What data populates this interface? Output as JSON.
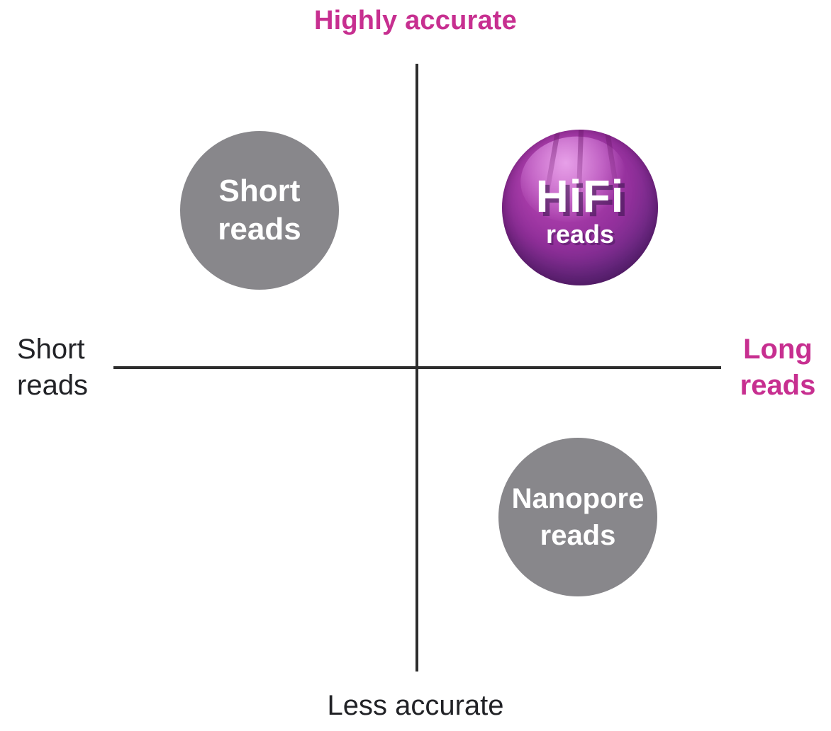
{
  "diagram": {
    "type": "quadrant",
    "axes": {
      "top": "Highly accurate",
      "bottom": "Less accurate",
      "left_line1": "Short",
      "left_line2": "reads",
      "right_line1": "Long",
      "right_line2": "reads"
    },
    "nodes": {
      "short": {
        "line1": "Short",
        "line2": "reads",
        "quadrant": "top-left",
        "fill": "#88878b"
      },
      "hifi": {
        "line1": "HiFi",
        "line2": "reads",
        "quadrant": "top-right",
        "fill": "purple-gradient"
      },
      "nanopore": {
        "line1": "Nanopore",
        "line2": "reads",
        "quadrant": "bottom-right",
        "fill": "#88878b"
      }
    },
    "colors": {
      "accent_magenta": "#c72f90",
      "axis_line": "#2d2d2d",
      "text_dark": "#212226",
      "gray_circle": "#88878b",
      "circle_text": "#ffffff",
      "hifi_light": "#b84fb4",
      "hifi_mid": "#93309c",
      "hifi_dark": "#562a76",
      "background": "#ffffff"
    }
  }
}
